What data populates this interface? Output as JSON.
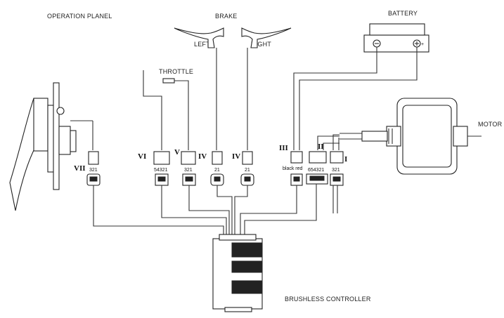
{
  "labels": {
    "operation_panel": "OPERATION PLANEL",
    "brake": "BRAKE",
    "left": "LEFT",
    "right": "RIGHT",
    "battery": "BATTERY",
    "throttle": "THROTTLE",
    "motor": "MOTOR",
    "controller": "BRUSHLESS CONTROLLER"
  },
  "connectors": [
    {
      "roman": "VII",
      "pins": "321"
    },
    {
      "roman": "VI",
      "pins": "54321"
    },
    {
      "roman": "V",
      "pins": "321"
    },
    {
      "roman": "IV",
      "pins": "21"
    },
    {
      "roman": "IV",
      "pins": "21"
    },
    {
      "roman": "III",
      "pins": "black red"
    },
    {
      "roman": "II",
      "pins": "654321"
    },
    {
      "roman": "I",
      "pins": "321"
    }
  ]
}
